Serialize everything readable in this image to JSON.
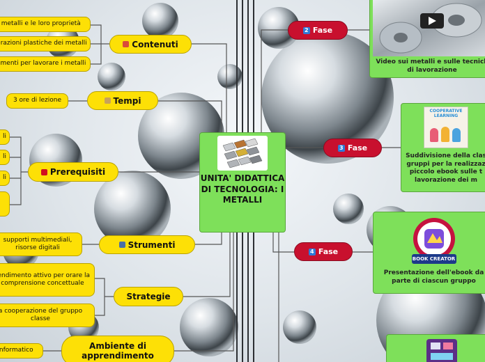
{
  "center": {
    "title": "UNITA' DIDATTICA DI TECNOLOGIA: I METALLI",
    "icon": "metal-bars-image"
  },
  "branches": {
    "contenuti": {
      "label": "Contenuti",
      "icon": "books-icon",
      "items": [
        "I metalli e le loro proprietà",
        "Lavorazioni plastiche dei metalli",
        "Trattamenti per lavorare i metalli"
      ]
    },
    "tempi": {
      "label": "Tempi",
      "icon": "hourglass-icon",
      "items": [
        "3 ore di lezione"
      ]
    },
    "prerequisiti": {
      "label": "Prerequisiti",
      "icon": "red-square-icon",
      "items": [
        "li",
        "li",
        "li",
        ""
      ]
    },
    "strumenti": {
      "label": "Strumenti",
      "icon": "computer-books-icon",
      "items": [
        "supporti multimediali, risorse digitali"
      ]
    },
    "strategie": {
      "label": "Strategie",
      "items": [
        "rendimento attivo per orare la comprensione concettuale",
        "a cooperazione del gruppo classe"
      ]
    },
    "ambiente": {
      "label": "Ambiente di apprendimento",
      "items": [
        "informatico"
      ]
    }
  },
  "fasi": [
    {
      "number": "2",
      "label": "Fase",
      "caption": "Video sui metalli e sulle tecnich di lavorazione",
      "image": "video-thumbnail-play-icon"
    },
    {
      "number": "3",
      "label": "Fase",
      "caption": "Suddivisione della clas gruppi per la realizzaz piccolo ebook sulle t lavorazione dei m",
      "image": "cooperative-learning-image",
      "image_text": "COOPERATIVE LEARNING"
    },
    {
      "number": "4",
      "label": "Fase",
      "caption": "Presentazione dell'ebook da parte di ciascun gruppo",
      "image": "book-creator-logo",
      "image_text": "BOOK CREATOR"
    }
  ],
  "colors": {
    "node_yellow": "#fde006",
    "fase_red": "#c8102e",
    "card_green": "#7ee05a",
    "badge_blue": "#2f7bd8"
  }
}
